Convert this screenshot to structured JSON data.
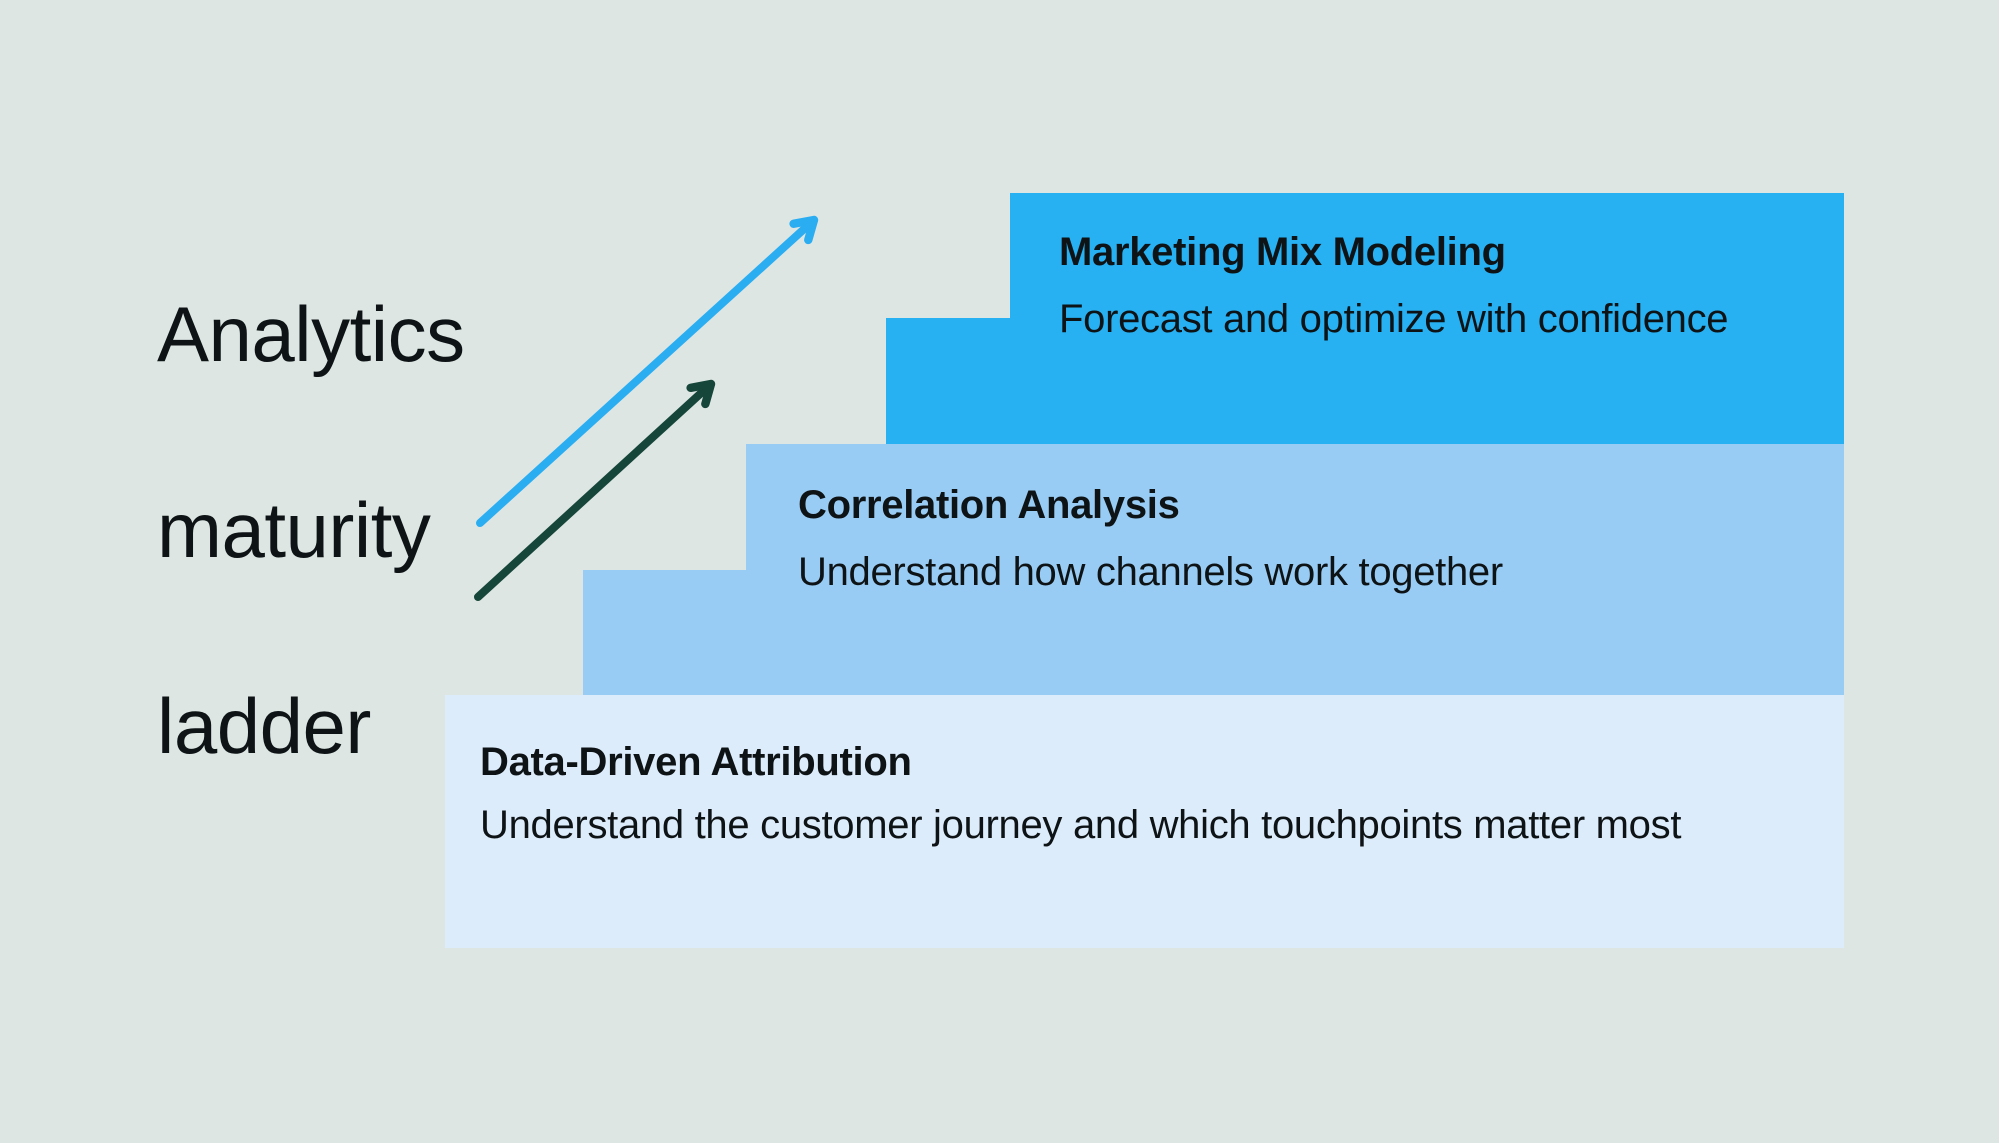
{
  "background_color": "#dde6e3",
  "text_color": "#0e1316",
  "heading": {
    "lines": [
      "Analytics",
      "maturity",
      "ladder"
    ]
  },
  "arrows": {
    "blue": {
      "name": "blue growth arrow",
      "color": "#2badf2"
    },
    "green": {
      "name": "green growth arrow",
      "color": "#164539"
    }
  },
  "ladder": {
    "steps": [
      {
        "title": "Marketing Mix Modeling",
        "subtitle": "Forecast and optimize with confidence",
        "fill": "#27b1f3"
      },
      {
        "title": "Correlation Analysis",
        "subtitle": "Understand how channels work together",
        "fill": "#99ccf4"
      },
      {
        "title": "Data-Driven Attribution",
        "subtitle": "Understand the customer journey and which touchpoints matter most",
        "fill": "#ddecfb"
      }
    ]
  }
}
